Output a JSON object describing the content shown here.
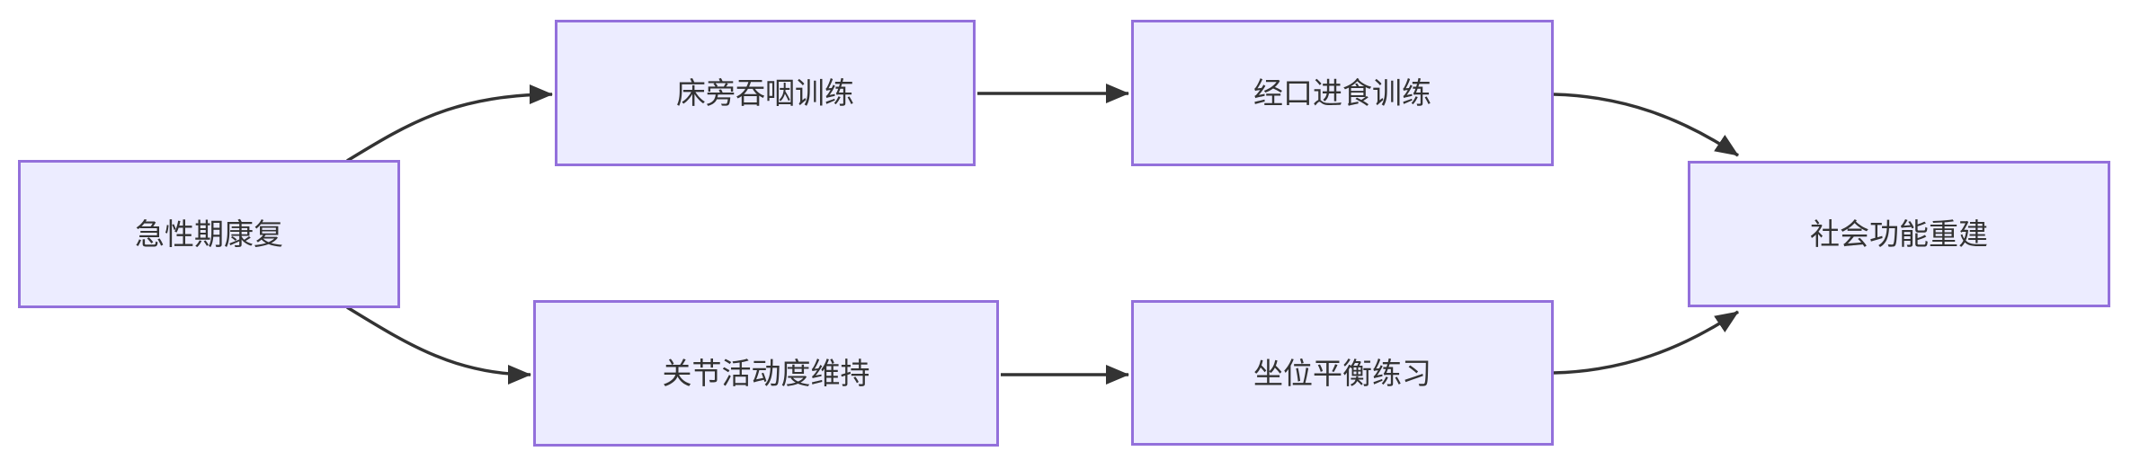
{
  "diagram": {
    "type": "flowchart",
    "direction": "left-to-right",
    "background_color": "#ffffff",
    "node_fill_color": "#ECECFF",
    "node_border_color": "#9370DB",
    "edge_color": "#333333",
    "text_color": "#333333",
    "nodes": [
      {
        "id": "A",
        "label": "急性期康复"
      },
      {
        "id": "B",
        "label": "床旁吞咽训练"
      },
      {
        "id": "C",
        "label": "经口进食训练"
      },
      {
        "id": "D",
        "label": "关节活动度维持"
      },
      {
        "id": "E",
        "label": "坐位平衡练习"
      },
      {
        "id": "F",
        "label": "社会功能重建"
      }
    ],
    "edges": [
      {
        "from": "急性期康复",
        "to": "床旁吞咽训练"
      },
      {
        "from": "急性期康复",
        "to": "关节活动度维持"
      },
      {
        "from": "床旁吞咽训练",
        "to": "经口进食训练"
      },
      {
        "from": "关节活动度维持",
        "to": "坐位平衡练习"
      },
      {
        "from": "经口进食训练",
        "to": "社会功能重建"
      },
      {
        "from": "坐位平衡练习",
        "to": "社会功能重建"
      }
    ]
  }
}
